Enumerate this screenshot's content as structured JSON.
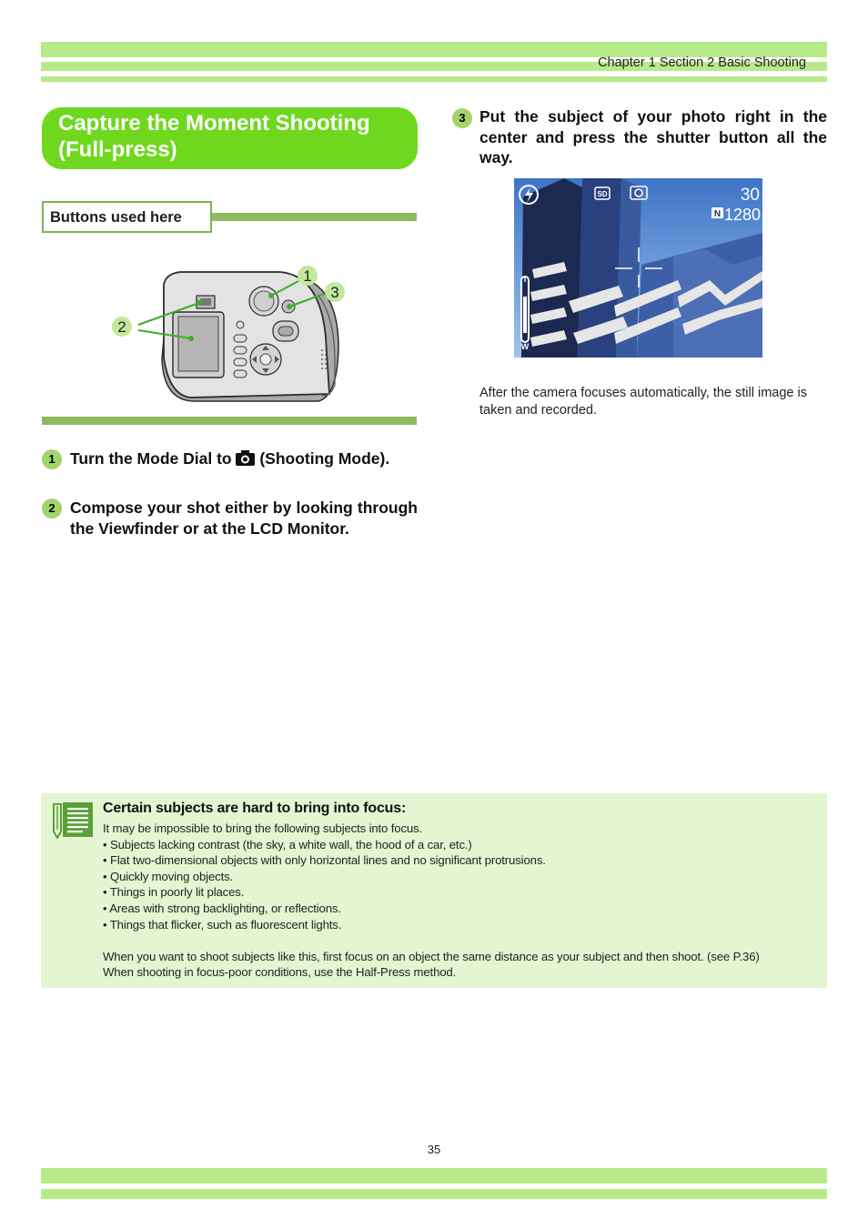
{
  "header": {
    "chapter": "Chapter 1 Section 2 Basic Shooting"
  },
  "title": {
    "line1": "Capture the Moment Shooting",
    "line2": "(Full-press)"
  },
  "buttons_label": "Buttons used here",
  "camera_callouts": {
    "c1": "1",
    "c2": "2",
    "c3": "3"
  },
  "steps": [
    {
      "num": "1",
      "text_before": "Turn the Mode Dial to",
      "icon": "camera-icon",
      "text_after": "(Shooting Mode)."
    },
    {
      "num": "2",
      "text": "Compose your shot either by looking through the Viewfinder or at the LCD Monitor."
    },
    {
      "num": "3",
      "text": "Put the subject of your photo right in the center and press the shutter button all the way."
    }
  ],
  "lcd": {
    "shots_remaining": "30",
    "resolution": "1280",
    "quality": "N",
    "card": "SD",
    "zoom_tele": "T",
    "zoom_wide": "W"
  },
  "caption": "After the camera focuses automatically, the still image is taken and recorded.",
  "note": {
    "icon": "memo-icon",
    "title": "Certain subjects are hard to bring into focus:",
    "intro": "It may be impossible to bring the following subjects into focus.",
    "items": [
      "• Subjects lacking contrast (the sky, a white wall, the hood of a car, etc.)",
      "• Flat two-dimensional objects with only horizontal lines and no significant protrusions.",
      "• Quickly moving objects.",
      "• Things in poorly lit places.",
      "• Areas with strong backlighting, or reflections.",
      "• Things that flicker, such as fluorescent lights."
    ],
    "footer1": "When you want to shoot subjects like this, first focus on an object the same distance as your subject and then shoot. (see P.36)",
    "footer2": "When shooting in focus-poor conditions, use the Half-Press method."
  },
  "page_number": "35",
  "colors": {
    "band": "#b8ea8a",
    "title_bg": "#6fd81e",
    "rule": "#8dbb5e",
    "note_bg": "#e4f5d2",
    "step_circle": "#a3d36b"
  }
}
